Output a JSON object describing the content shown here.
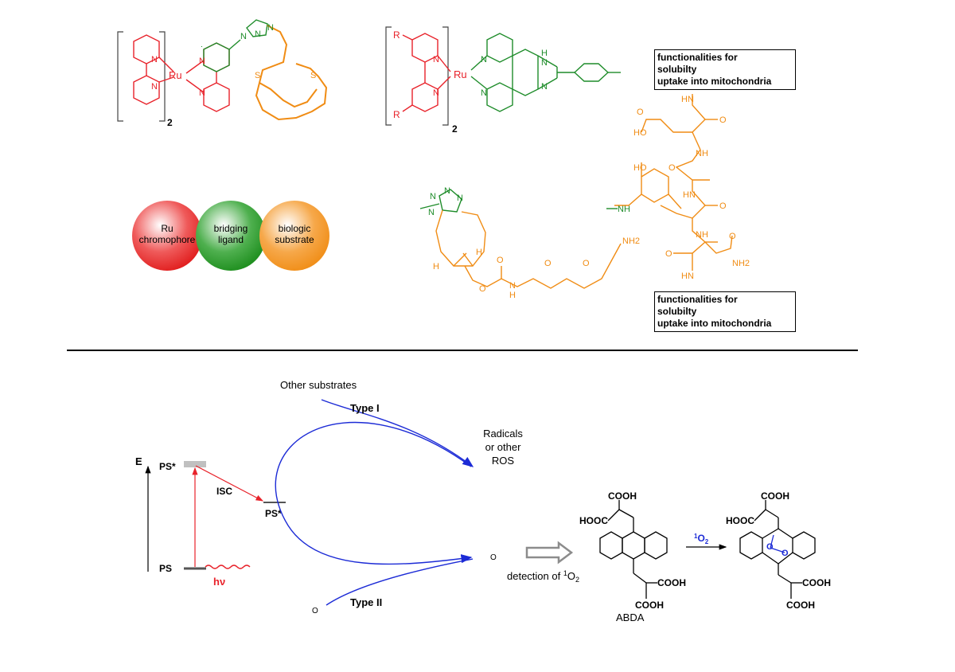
{
  "colors": {
    "ru": "#e8222a",
    "ligand": "#1e8c2a",
    "substrate": "#f08c14",
    "arrow_blue": "#1c2bd6",
    "black": "#000000",
    "grey": "#8c8c8c"
  },
  "top": {
    "complex1": {
      "metal": "Ru",
      "subscript": "2",
      "atoms": {
        "s1": "S",
        "s2": "S",
        "n_bpy": "N"
      }
    },
    "complex2": {
      "metal": "Ru",
      "subscript": "2",
      "r": "R",
      "nh": "H",
      "n": "N"
    },
    "bubbles": [
      {
        "line1": "Ru",
        "line2": "chromophore",
        "color": "#e8222a"
      },
      {
        "line1": "bridging",
        "line2": "ligand",
        "color": "#1e8c2a"
      },
      {
        "line1": "biologic",
        "line2": "substrate",
        "color": "#f08c14"
      }
    ],
    "box_top": {
      "line1": "functionalities for",
      "line2": "solubilty",
      "line3": "uptake into mitochondria"
    },
    "box_bottom": {
      "line1": "functionalities for",
      "line2": "solubilty",
      "line3": "uptake into mitochondria"
    },
    "peptide": {
      "ho_top": "HO",
      "ho_phenol": "HO",
      "o1": "O",
      "o2": "O",
      "o3": "O",
      "o4": "O",
      "o5": "O",
      "hn1": "HN",
      "nh1": "NH",
      "hn2": "HN",
      "nh2": "NH",
      "hn3": "HN",
      "nh2_amide": "NH2",
      "nh_link": "NH"
    },
    "linker": {
      "h1": "H",
      "h2": "H",
      "o1": "O",
      "o2": "O",
      "o3": "O",
      "o4": "O",
      "nh": "N",
      "nh_h": "H",
      "nh2": "NH2",
      "triazole_n1": "N",
      "triazole_n2": "N",
      "triazole_n3": "N"
    }
  },
  "bottom": {
    "energy_label": "E",
    "ps_singlet_excited": "PS*",
    "ps_triplet": "PS*",
    "ps_ground": "PS",
    "isc": "ISC",
    "hv": "hν",
    "other_substrates": "Other substrates",
    "type1": "Type I",
    "type2": "Type II",
    "radicals": [
      "Radicals",
      "or other",
      "ROS"
    ],
    "o2_singlet": "O",
    "o2_triplet": "O",
    "detection": "detection of ",
    "detection_o2": "O",
    "abda": "ABDA",
    "cooh": "COOH",
    "hooc": "HOOC",
    "reagent": "O",
    "endoperoxide_o": "O"
  }
}
